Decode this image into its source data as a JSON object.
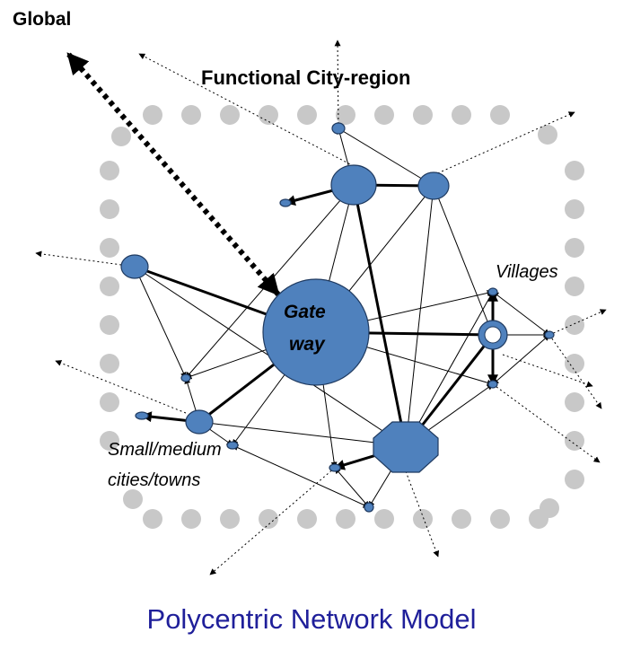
{
  "labels": {
    "global": "Global",
    "region": "Functional City-region",
    "villages": "Villages",
    "towns_line1": "Small/medium",
    "towns_line2": "cities/towns",
    "gateway_line1": "Gate",
    "gateway_line2": "way"
  },
  "caption": "Polycentric Network Model",
  "colors": {
    "node_fill": "#4f81bd",
    "node_stroke": "#1f3a60",
    "boundary_dots": "#c8c8c8",
    "caption": "#1f1f9a"
  }
}
